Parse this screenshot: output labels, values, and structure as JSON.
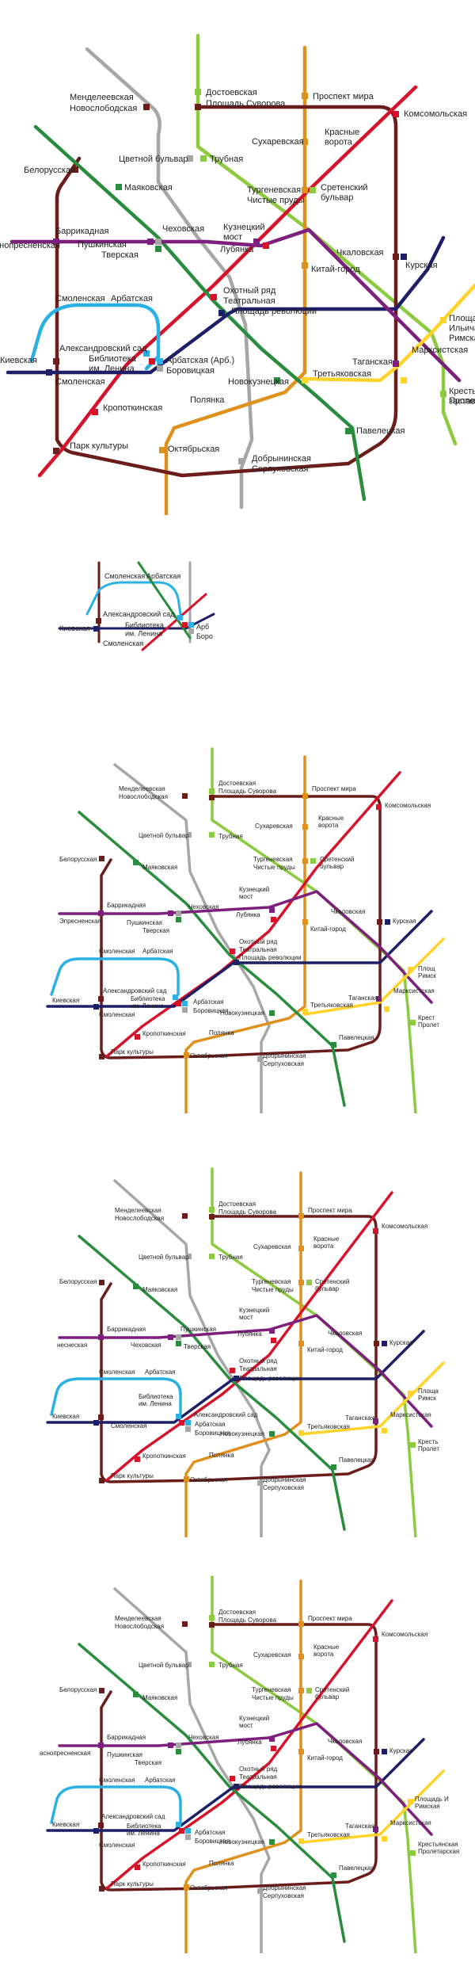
{
  "line_colors": {
    "circle": "#6a1d1a",
    "sokolnicheskaya": "#d6132b",
    "zamoskvoretskaya": "#2a8c3e",
    "arbatsko_pokrovskaya": "#1e1f69",
    "filyovskaya": "#2bb0e6",
    "kaluzhsko_rizhskaya": "#e0901c",
    "tagansko_krasnopresnenskaya": "#7d1f7c",
    "kalininskaya": "#ffd329",
    "serpukhovskaya": "#a6a6a6",
    "lyublinskaya": "#8cca3f"
  },
  "station_colors": {
    "grey": "#a6a6a6",
    "olive": "#8cca3f",
    "orange": "#e0901c",
    "red": "#d6132b",
    "brown": "#6a1d1a",
    "green": "#2a8c3e",
    "blue": "#1e1f69",
    "cyan": "#2bb0e6",
    "purple": "#7d1f7c",
    "yellow": "#ffd329"
  },
  "panels": [
    {
      "variant": "A",
      "stations": {
        "mendeleevskaya": "Менделеевская",
        "novoslobodskaya": "Новослободская",
        "dostoevskaya": "Достоевская",
        "pl_suvorova": "Площадь Суворова",
        "prospekt_mira": "Проспект мира",
        "komsomolskaya": "Комсомольская",
        "belorusskaya": "Белорусская",
        "tsvetnoy_bulvar": "Цветной бульвар",
        "trubnaya": "Трубная",
        "sukharevskaya": "Сухаревская",
        "krasnye_vorota": "Красные\nворота",
        "mayakovskaya": "Маяковская",
        "turgenevskaya": "Тургеневская",
        "chistye_prudy": "Чистые пруды",
        "sretensky": "Сретенский\nбульвар",
        "presnenskaya": "Краснопресненская",
        "barrikadnaya": "Баррикадная",
        "pushkinskaya": "Пушкинская",
        "tverskaya": "Тверская",
        "chekhovskaya": "Чеховская",
        "kuznetsky_most": "Кузнецкий\nмост",
        "lubyanka": "Лубянка",
        "chkalovskaya": "Чкаловская",
        "kurskaya": "Курская",
        "kitay_gorod": "Китай-город",
        "smolenskaya_top": "Смоленская",
        "arbatskaya_top": "Арбатская",
        "okhotny_ryad": "Охотный ряд",
        "teatralnaya": "Театральная",
        "pl_revolyutsii": "Площадь революции",
        "aleksandrovsky_sad": "Александровский сад",
        "biblioteka": "Библиотека\nим. Ленина",
        "arbatskaya_arb": "Арбатская (Арб.)",
        "borovitskaya": "Боровицкая",
        "kievskaya": "Киевская",
        "smolenskaya_bottom": "Смоленская",
        "novokuznetskaya": "Новокузнецкая",
        "tretyakovskaya": "Третьяковская",
        "taganskaya": "Таганская",
        "marksistskaya": "Марксистская",
        "ploshchad_ilyicha": "Площадь\nИльича",
        "rimskaya": "Римская",
        "krestyanskaya": "Крестьянская\nзастава",
        "proletarskaya": "Пролетарская",
        "kropotkinskaya": "Кропоткинская",
        "polyanka": "Полянка",
        "park_kultury": "Парк культуры",
        "oktyabrskaya": "Октябрьская",
        "dobryninskaya": "Добрынинская",
        "serpukhovskaya": "Серпуховская",
        "paveletskaya": "Павелецкая"
      }
    },
    {
      "variant": "B",
      "stations": {
        "smolenskaya_top": "Смоленская",
        "arbatskaya_top": "Арбатская",
        "aleksandrovsky_sad": "Александровский сад",
        "biblioteka": "Библиотека\nим. Ленина",
        "kievskaya": "Киевская",
        "smolenskaya_bottom": "Смоленская",
        "arbatskaya_arb": "Арб",
        "borovitskaya": "Боро"
      }
    },
    {
      "variant": "C",
      "stations": {
        "mendeleevskaya": "Менделеевская",
        "novoslobodskaya": "Новослободская",
        "dostoevskaya": "Достоевская",
        "pl_suvorova": "Площадь Суворова",
        "prospekt_mira": "Проспект мира",
        "komsomolskaya": "Комсомольская",
        "belorusskaya": "Белорусская",
        "tsvetnoy_bulvar": "Цветной бульвар",
        "trubnaya": "Трубная",
        "sukharevskaya": "Сухаревская",
        "krasnye_vorota": "Красные\nворота",
        "mayakovskaya": "Маяковская",
        "turgenevskaya": "Тургеневская",
        "chistye_prudy": "Чистые пруды",
        "sretensky": "Сретенский\nбульвар",
        "presnenskaya": "Эпресненская",
        "barrikadnaya": "Баррикадная",
        "pushkinskaya": "Пушкинская",
        "tverskaya": "Тверская",
        "chekhovskaya": "Чеховская",
        "kuznetsky_most": "Кузнецкий\nмост",
        "lubyanka": "Лубянка",
        "chkalovskaya": "Чкаловская",
        "kurskaya": "Курская",
        "kitay_gorod": "Китай-город",
        "smolenskaya_top": "Смоленская",
        "arbatskaya_top": "Арбатская",
        "okhotny_ryad": "Охотный ряд",
        "teatralnaya": "Театральная",
        "pl_revolyutsii": "Площадь революции",
        "aleksandrovsky_sad": "Александровский сад",
        "biblioteka": "Библиотека\nим. Ленина",
        "arbatskaya_arb": "Арбатская",
        "borovitskaya": "Боровицкая",
        "kievskaya": "Киевская",
        "smolenskaya_bottom": "Смоленская",
        "novokuznetskaya": "Новокузнецкая",
        "tretyakovskaya": "Третьяковская",
        "taganskaya": "Таганская",
        "marksistskaya": "Марксистская",
        "ploshchad_ilyicha": "Площ\nРимск",
        "rimskaya": "",
        "krestyanskaya": "Крест\nПролет",
        "proletarskaya": "",
        "kropotkinskaya": "Кропоткинская",
        "polyanka": "Полянка",
        "park_kultury": "Парк культуры",
        "oktyabrskaya": "Октябрьская",
        "dobryninskaya": "Добрынинская",
        "serpukhovskaya": "Серпуховская",
        "paveletskaya": "Павелецкая"
      }
    },
    {
      "variant": "D",
      "stations": {
        "mendeleevskaya": "Менделеевская",
        "novoslobodskaya": "Новослободская",
        "dostoevskaya": "Достоевская",
        "pl_suvorova": "Площадь Суворова",
        "prospekt_mira": "Проспект мира",
        "komsomolskaya": "Комсомольская",
        "belorusskaya": "Белорусская",
        "tsvetnoy_bulvar": "Цветной бульвар",
        "trubnaya": "Трубная",
        "sukharevskaya": "Сухаревская",
        "krasnye_vorota": "Красные\nворота",
        "mayakovskaya": "Маяковская",
        "turgenevskaya": "Тургеневская",
        "chistye_prudy": "Чистые пруды",
        "sretensky": "Сретенский\nбульвар",
        "presnenskaya": "неснеская",
        "barrikadnaya": "Баррикадная",
        "pushkinskaya": "Пушкинская",
        "tverskaya": "Тверская",
        "chekhovskaya": "Чеховская",
        "kuznetsky_most": "Кузнецкий\nмост",
        "lubyanka": "Лубянка",
        "chkalovskaya": "Чкаловская",
        "kurskaya": "Курская",
        "kitay_gorod": "Китай-город",
        "smolenskaya_top": "Смоленская",
        "arbatskaya_top": "Арбатская",
        "okhotny_ryad": "Охотный ряд",
        "teatralnaya": "Театральная",
        "pl_revolyutsii": "Площадь революции",
        "aleksandrovsky_sad": "Александровский сад",
        "biblioteka": "Библиотека\nим. Ленина",
        "arbatskaya_arb": "Арбатская",
        "borovitskaya": "Боровицкая",
        "kievskaya": "Киевская",
        "smolenskaya_bottom": "Смоленская",
        "novokuznetskaya": "Новокузнецкая",
        "tretyakovskaya": "Третьяковская",
        "taganskaya": "Таганская",
        "marksistskaya": "Марксистская",
        "ploshchad_ilyicha": "Площа\nРимск",
        "rimskaya": "",
        "krestyanskaya": "Кресть\nПролет",
        "proletarskaya": "",
        "kropotkinskaya": "Кропоткинская",
        "polyanka": "Полянка",
        "park_kultury": "Парк культуры",
        "oktyabrskaya": "Октябрьская",
        "dobryninskaya": "Добрынинская",
        "serpukhovskaya": "Серпуховская",
        "paveletskaya": "Павелецкая"
      }
    },
    {
      "variant": "E",
      "stations": {
        "mendeleevskaya": "Менделеевская",
        "novoslobodskaya": "Новослободская",
        "dostoevskaya": "Достоевская",
        "pl_suvorova": "Площадь Суворова",
        "prospekt_mira": "Проспект мира",
        "komsomolskaya": "Комсомольская",
        "belorusskaya": "Белорусская",
        "tsvetnoy_bulvar": "Цветной бульвар",
        "trubnaya": "Трубная",
        "sukharevskaya": "Сухаревская",
        "krasnye_vorota": "Красные\nворота",
        "mayakovskaya": "Маяковская",
        "turgenevskaya": "Тургеневская",
        "chistye_prudy": "Чистые пруды",
        "sretensky": "Сретенский\nбульвар",
        "presnenskaya": "аснопресненская",
        "barrikadnaya": "Баррикадная",
        "pushkinskaya": "Пушкинская",
        "tverskaya": "Тверская",
        "chekhovskaya": "Чеховская",
        "kuznetsky_most": "Кузнецкий\nмост",
        "lubyanka": "Лубянка",
        "chkalovskaya": "Чкаловская",
        "kurskaya": "Курская",
        "kitay_gorod": "Китай-город",
        "smolenskaya_top": "Смоленская",
        "arbatskaya_top": "Арбатская",
        "okhotny_ryad": "Охотный ряд",
        "teatralnaya": "Театральная",
        "pl_revolyutsii": "Площадь революции",
        "aleksandrovsky_sad": "Александровский сад",
        "biblioteka": "Библиотека\nим. Ленина",
        "arbatskaya_arb": "Арбатская",
        "borovitskaya": "Боровицкая",
        "kievskaya": "Киевская",
        "smolenskaya_bottom": "Смоленская",
        "novokuznetskaya": "Новокузнецкая",
        "tretyakovskaya": "Третьяковская",
        "taganskaya": "Таганская",
        "marksistskaya": "Марксистская",
        "ploshchad_ilyicha": "Площадь И\nРимская",
        "rimskaya": "",
        "krestyanskaya": "Крестьянская\nПролетарская",
        "proletarskaya": "",
        "kropotkinskaya": "Кропоткинская",
        "polyanka": "Полянка",
        "park_kultury": "Парк культуры",
        "oktyabrskaya": "Октябрьская",
        "dobryninskaya": "Добрынинская",
        "serpukhovskaya": "Серпуховская",
        "paveletskaya": "Павелецкая"
      }
    }
  ]
}
